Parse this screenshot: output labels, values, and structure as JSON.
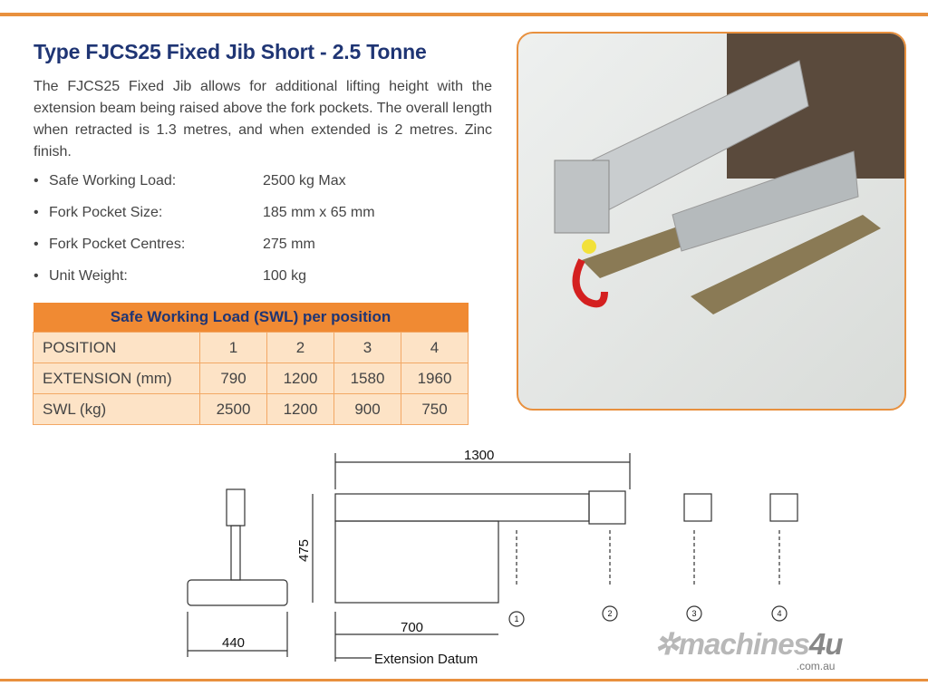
{
  "title": "Type FJCS25 Fixed Jib Short - 2.5 Tonne",
  "description": "The FJCS25 Fixed Jib allows for additional lifting height with the extension beam being raised above the fork pockets. The overall length when retracted is 1.3 metres, and when extended is 2 metres. Zinc finish.",
  "specs": [
    {
      "label": "Safe Working Load:",
      "value": "2500 kg Max"
    },
    {
      "label": "Fork Pocket Size:",
      "value": "185 mm x 65 mm"
    },
    {
      "label": "Fork Pocket Centres:",
      "value": "275 mm"
    },
    {
      "label": "Unit Weight:",
      "value": "100 kg"
    }
  ],
  "table": {
    "caption": "Safe Working Load (SWL) per position",
    "rows": [
      [
        "POSITION",
        "1",
        "2",
        "3",
        "4"
      ],
      [
        "EXTENSION (mm)",
        "790",
        "1200",
        "1580",
        "1960"
      ],
      [
        "SWL (kg)",
        "2500",
        "1200",
        "900",
        "750"
      ]
    ]
  },
  "diagram": {
    "length": "1300",
    "height": "475",
    "pocket": "700",
    "width": "440",
    "datum": "Extension Datum",
    "positions": [
      "1",
      "2",
      "3",
      "4"
    ]
  },
  "logo": {
    "name": "machines",
    "four": "4u",
    "domain": ".com.au"
  },
  "colors": {
    "accent": "#e8903e",
    "title": "#1f3574"
  }
}
